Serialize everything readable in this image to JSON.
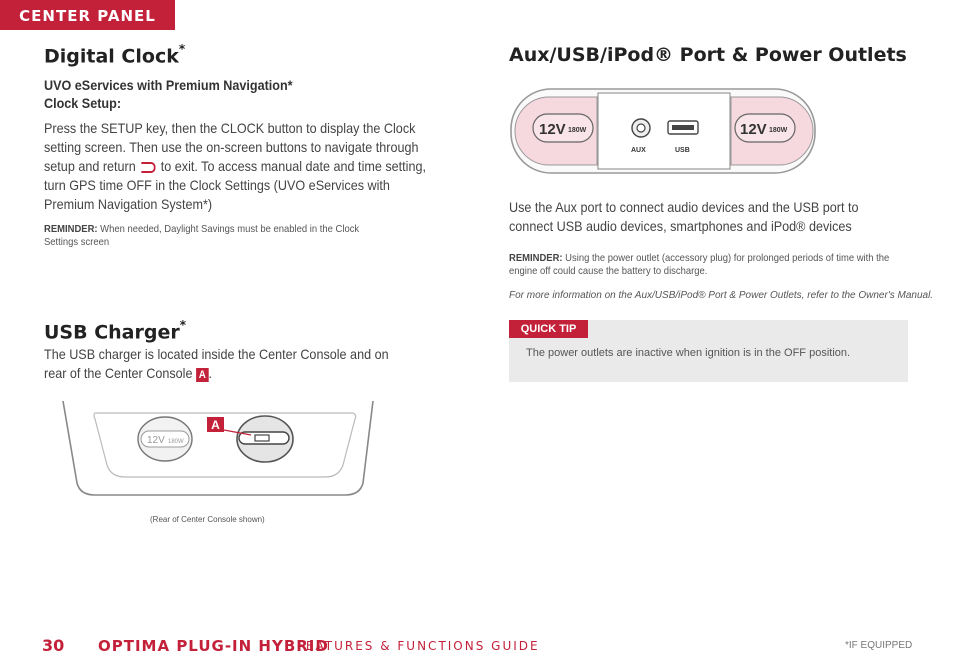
{
  "section_tab": "CENTER PANEL",
  "clock": {
    "title": "Digital Clock",
    "title_mark": "*",
    "subtitle_line1": "UVO eServices with Premium Navigation*",
    "subtitle_line2": "Clock Setup:",
    "body_before_icon": "Press the SETUP key, then the CLOCK button to display the Clock setting screen. Then use the on-screen buttons to navigate through setup and return",
    "body_after_icon": "to exit. To access manual date and time setting, turn GPS time OFF in the Clock Settings (UVO eServices with Premium Navigation System*)",
    "reminder_label": "REMINDER:",
    "reminder_text": "When needed, Daylight Savings must be enabled in the Clock Settings screen"
  },
  "charger": {
    "title": "USB Charger",
    "title_mark": "*",
    "body_text": "The USB charger is located inside the Center Console and on rear of the Center Console",
    "badge": "A",
    "period": ".",
    "callout": "A",
    "outlet_label": "12V",
    "outlet_watt": "180W",
    "caption": "(Rear of Center Console shown)"
  },
  "ports": {
    "title": "Aux/USB/iPod® Port & Power Outlets",
    "left_outlet_v": "12V",
    "left_outlet_w": "180W",
    "right_outlet_v": "12V",
    "right_outlet_w": "180W",
    "aux_label": "AUX",
    "usb_label": "USB",
    "body_text": "Use the Aux port to connect audio devices and the USB port to connect USB audio devices, smartphones and iPod® devices",
    "reminder_label": "REMINDER:",
    "reminder_text": "Using the power outlet (accessory plug) for prolonged periods of time with the engine off could cause the battery to discharge.",
    "note": "For more information on the Aux/USB/iPod® Port & Power Outlets, refer to the Owner's Manual."
  },
  "tip": {
    "label": "QUICK TIP",
    "text": "The power outlets are inactive when ignition is in the OFF position."
  },
  "footer": {
    "page_number": "30",
    "title": "OPTIMA PLUG-IN HYBRID",
    "subtitle": "FEATURES & FUNCTIONS GUIDE",
    "equipped": "*IF EQUIPPED"
  }
}
